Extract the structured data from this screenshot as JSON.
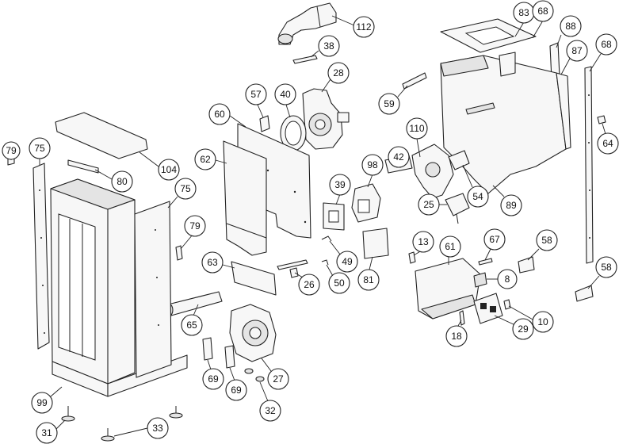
{
  "callouts": [
    {
      "label": "112"
    },
    {
      "label": "83"
    },
    {
      "label": "68"
    },
    {
      "label": "88"
    },
    {
      "label": "68"
    },
    {
      "label": "38"
    },
    {
      "label": "28"
    },
    {
      "label": "87"
    },
    {
      "label": "57"
    },
    {
      "label": "40"
    },
    {
      "label": "59"
    },
    {
      "label": "60"
    },
    {
      "label": "64"
    },
    {
      "label": "79"
    },
    {
      "label": "75"
    },
    {
      "label": "104"
    },
    {
      "label": "80"
    },
    {
      "label": "110"
    },
    {
      "label": "62"
    },
    {
      "label": "42"
    },
    {
      "label": "98"
    },
    {
      "label": "75"
    },
    {
      "label": "54"
    },
    {
      "label": "89"
    },
    {
      "label": "39"
    },
    {
      "label": "25"
    },
    {
      "label": "79"
    },
    {
      "label": "13"
    },
    {
      "label": "67"
    },
    {
      "label": "58"
    },
    {
      "label": "63"
    },
    {
      "label": "49"
    },
    {
      "label": "61"
    },
    {
      "label": "26"
    },
    {
      "label": "50"
    },
    {
      "label": "81"
    },
    {
      "label": "8"
    },
    {
      "label": "58"
    },
    {
      "label": "65"
    },
    {
      "label": "10"
    },
    {
      "label": "29"
    },
    {
      "label": "18"
    },
    {
      "label": "69"
    },
    {
      "label": "27"
    },
    {
      "label": "69"
    },
    {
      "label": "99"
    },
    {
      "label": "32"
    },
    {
      "label": "31"
    },
    {
      "label": "33"
    }
  ]
}
